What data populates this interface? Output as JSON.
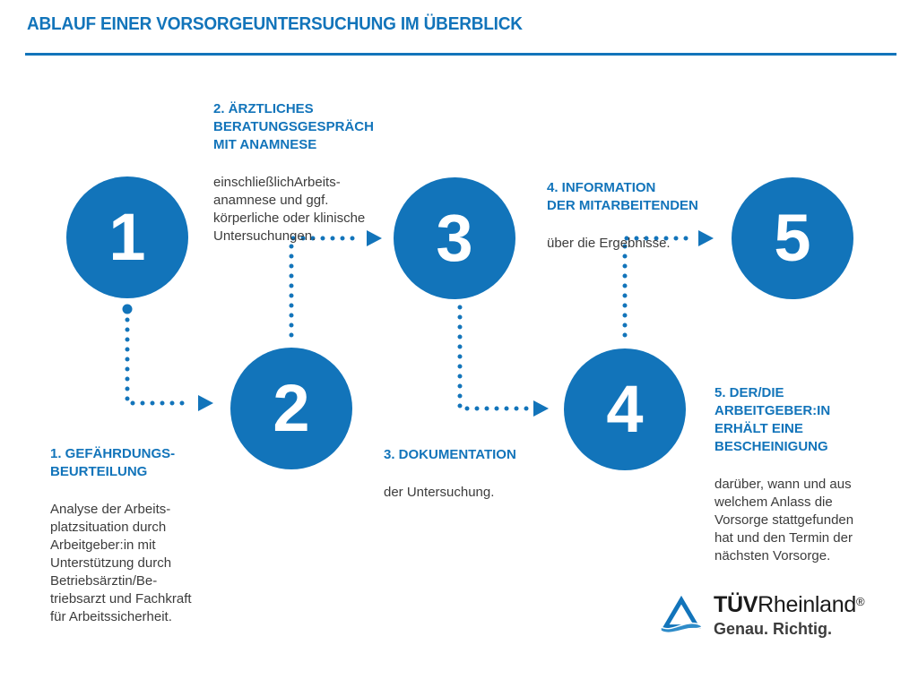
{
  "header": {
    "title": "ABLAUF EINER VORSORGEUNTERSUCHUNG IM ÜBERBLICK"
  },
  "colors": {
    "brand_blue": "#1274BA",
    "logo_wave_blue": "#2F8CC9",
    "body_text": "#3C3C3C"
  },
  "steps": [
    {
      "number": "1",
      "heading": "1. GEFÄHRDUNGS-\nBEURTEILUNG",
      "body": "Analyse der Arbeits-\nplatzsituation durch\nArbeitgeber:in mit\nUnterstützung durch\nBetriebsärztin/Be-\ntriebsarzt und Fachkraft\nfür Arbeitssicherheit."
    },
    {
      "number": "2",
      "heading": "2. ÄRZTLICHES\nBERATUNGSGESPRÄCH\nMIT ANAMNESE",
      "body": "einschließlichArbeits-\nanamnese und ggf.\nkörperliche oder klinische\nUntersuchungen."
    },
    {
      "number": "3",
      "heading": "3. DOKUMENTATION",
      "body": "der Untersuchung."
    },
    {
      "number": "4",
      "heading": "4. INFORMATION\nDER MITARBEITENDEN",
      "body": "über die Ergebnisse."
    },
    {
      "number": "5",
      "heading": "5. DER/DIE\nARBEITGEBER:IN\nERHÄLT EINE\nBESCHEINIGUNG",
      "body": "darüber, wann und aus\nwelchem Anlass die\nVorsorge stattgefunden\nhat und den Termin der\nnächsten Vorsorge."
    }
  ],
  "logo": {
    "tuv": "TÜV",
    "rheinland": "Rheinland",
    "registered": "®",
    "tagline": "Genau. Richtig."
  }
}
